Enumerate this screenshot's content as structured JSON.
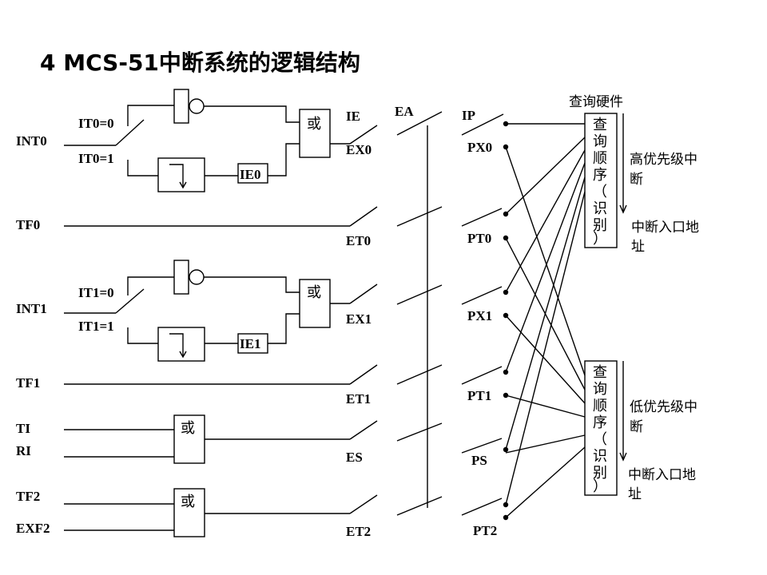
{
  "title": "4 MCS-51中断系统的逻辑结构",
  "sources": {
    "int0": "INT0",
    "tf0": "TF0",
    "int1": "INT1",
    "tf1": "TF1",
    "ti": "TI",
    "ri": "RI",
    "tf2": "TF2",
    "exf2": "EXF2"
  },
  "trigger": {
    "it0_0": "IT0=0",
    "it0_1": "IT0=1",
    "it1_0": "IT1=0",
    "it1_1": "IT1=1",
    "ie0": "IE0",
    "ie1": "IE1"
  },
  "or_gate": "或",
  "enables": {
    "ie": "IE",
    "ex0": "EX0",
    "et0": "ET0",
    "ex1": "EX1",
    "et1": "ET1",
    "es": "ES",
    "et2": "ET2",
    "ea": "EA"
  },
  "priority": {
    "ip": "IP",
    "px0": "PX0",
    "pt0": "PT0",
    "px1": "PX1",
    "pt1": "PT1",
    "ps": "PS",
    "pt2": "PT2"
  },
  "poll": {
    "hardware": "查询硬件",
    "box_chars": [
      "查",
      "询",
      "顺",
      "序",
      "（",
      "识",
      "别",
      "）"
    ],
    "high_line1": "高优先级中",
    "high_line2": "断",
    "low_line1": "低优先级中",
    "low_line2": "断",
    "entry_line1": "中断入口地",
    "entry_line2": "址"
  }
}
